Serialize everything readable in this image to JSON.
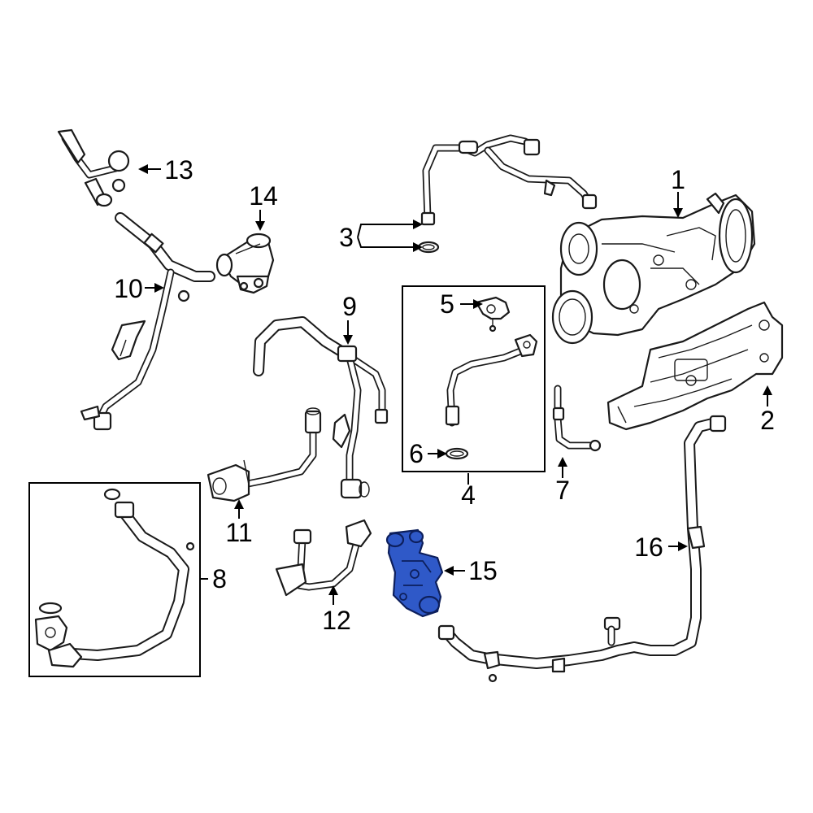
{
  "callouts": {
    "c1": "1",
    "c2": "2",
    "c3": "3",
    "c4": "4",
    "c5": "5",
    "c6": "6",
    "c7": "7",
    "c8": "8",
    "c9": "9",
    "c10": "10",
    "c11": "11",
    "c12": "12",
    "c13": "13",
    "c14": "14",
    "c15": "15",
    "c16": "16"
  },
  "colors": {
    "highlight_part": "#2f59c8",
    "line": "#1a1a1a",
    "background": "#ffffff"
  },
  "highlighted_part": "15"
}
